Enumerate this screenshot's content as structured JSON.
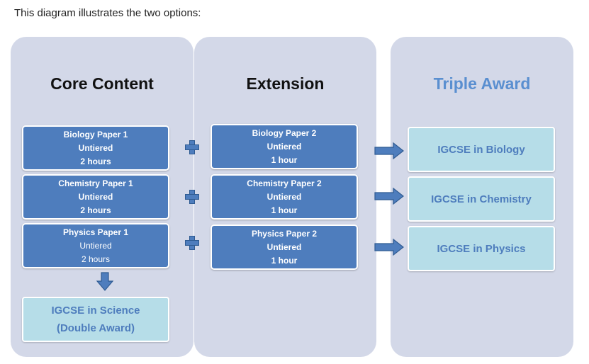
{
  "intro_text": "This diagram illustrates the two options:",
  "panels": {
    "core_title": "Core Content",
    "extension_title": "Extension",
    "triple_title": "Triple Award"
  },
  "core_boxes": [
    {
      "title": "Biology Paper 1",
      "tier": "Untiered",
      "duration": "2 hours"
    },
    {
      "title": "Chemistry Paper 1",
      "tier": "Untiered",
      "duration": "2 hours"
    },
    {
      "title": "Physics Paper 1",
      "tier": "Untiered",
      "duration": "2 hours"
    }
  ],
  "extension_boxes": [
    {
      "title": "Biology Paper 2",
      "tier": "Untiered",
      "duration": "1 hour"
    },
    {
      "title": "Chemistry Paper 2",
      "tier": "Untiered",
      "duration": "1 hour"
    },
    {
      "title": "Physics Paper 2",
      "tier": "Untiered",
      "duration": "1 hour"
    }
  ],
  "triple_results": [
    "IGCSE in Biology",
    "IGCSE in Chemistry",
    "IGCSE in Physics"
  ],
  "double_award": {
    "line1": "IGCSE in Science",
    "line2": "(Double Award)"
  },
  "colors": {
    "panel_bg": "#d3d8e8",
    "box_fill": "#4e7dbd",
    "result_fill": "#b6dde8",
    "triple_title": "#5a8fd0",
    "result_text": "#4e7dbd"
  }
}
